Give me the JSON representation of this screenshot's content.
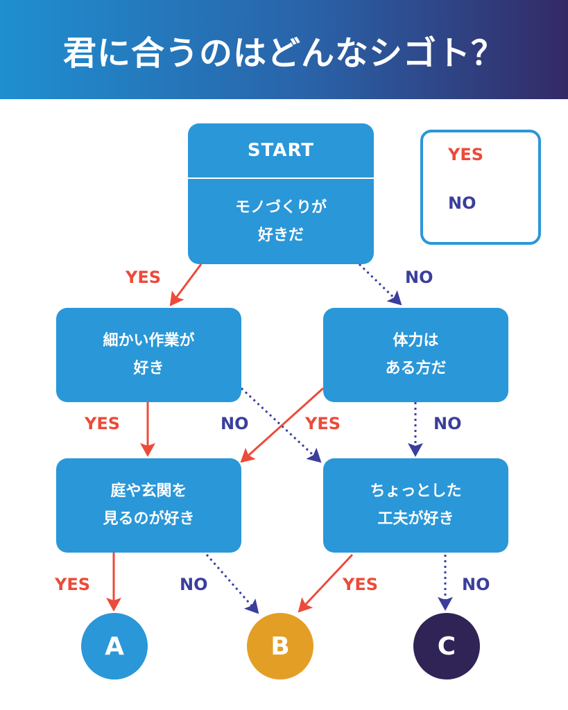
{
  "title": "君に合うのはどんなシゴト？",
  "colors": {
    "box": "#2a97d8",
    "yes": "#ec4a3a",
    "no": "#3a3e9c",
    "result_a": "#2a97d8",
    "result_b": "#e39f25",
    "result_c": "#302456"
  },
  "legend": {
    "yes": "YES",
    "no": "NO"
  },
  "start": {
    "label": "START",
    "question": "モノづくりが\n好きだ"
  },
  "questions": [
    {
      "id": "q2",
      "text": "細かい作業が\n好き"
    },
    {
      "id": "q3",
      "text": "体力は\nある方だ"
    },
    {
      "id": "q4",
      "text": "庭や玄関を\n見るのが好き"
    },
    {
      "id": "q5",
      "text": "ちょっとした\n工夫が好き"
    }
  ],
  "results": [
    "A",
    "B",
    "C"
  ],
  "edge_labels": {
    "start_yes": "YES",
    "start_no": "NO",
    "q2_yes": "YES",
    "q2_no": "NO",
    "q3_yes": "YES",
    "q3_no": "NO",
    "q4_yes": "YES",
    "q4_no": "NO",
    "q5_yes": "YES",
    "q5_no": "NO"
  }
}
